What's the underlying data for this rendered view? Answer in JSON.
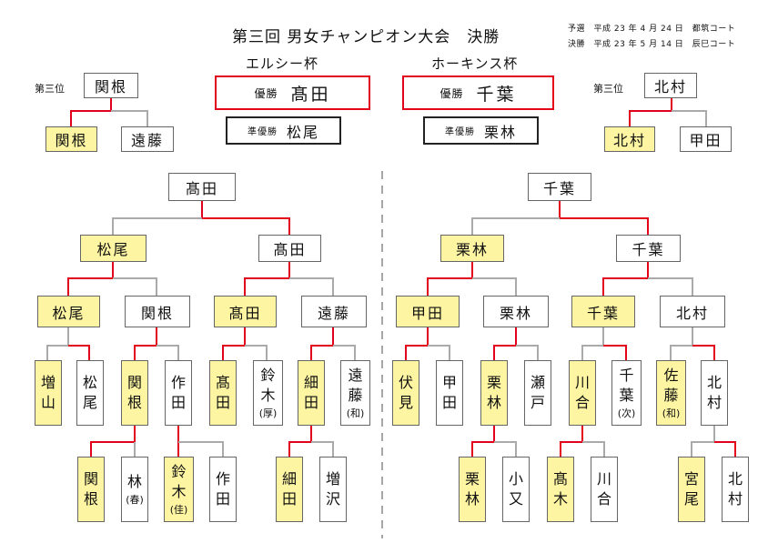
{
  "header": {
    "title": "第三回 男女チャンピオン大会　決勝",
    "schedule": [
      "予選　平成 23 年 4 月 24 日　都筑コート",
      "決勝　平成 23 年 5 月 14 日　辰巳コート"
    ]
  },
  "left_cup": {
    "name": "エルシー杯",
    "champion_label": "優勝",
    "champion": "髙田",
    "runnerup_label": "準優勝",
    "runnerup": "松尾",
    "third_label": "第三位",
    "third": "関根",
    "third_match": [
      "関根",
      "遠藤"
    ]
  },
  "right_cup": {
    "name": "ホーキンス杯",
    "champion_label": "優勝",
    "champion": "千葉",
    "runnerup_label": "準優勝",
    "runnerup": "栗林",
    "third_label": "第三位",
    "third": "北村",
    "third_match": [
      "北村",
      "甲田"
    ]
  },
  "left_bracket": {
    "final_winner": "髙田",
    "semi": [
      "松尾",
      "髙田"
    ],
    "quarter": [
      "松尾",
      "関根",
      "髙田",
      "遠藤"
    ],
    "r16": [
      {
        "name": "増山",
        "note": ""
      },
      {
        "name": "松尾",
        "note": ""
      },
      {
        "name": "関根",
        "note": ""
      },
      {
        "name": "作田",
        "note": ""
      },
      {
        "name": "髙田",
        "note": ""
      },
      {
        "name": "鈴木",
        "note": "(厚)"
      },
      {
        "name": "細田",
        "note": ""
      },
      {
        "name": "遠藤",
        "note": "(和)"
      }
    ],
    "prelim": [
      {
        "name": "関根",
        "note": ""
      },
      {
        "name": "林",
        "note": "(春)"
      },
      {
        "name": "鈴木",
        "note": "(佳)"
      },
      {
        "name": "作田",
        "note": ""
      },
      {
        "name": "細田",
        "note": ""
      },
      {
        "name": "増沢",
        "note": ""
      }
    ]
  },
  "right_bracket": {
    "final_winner": "千葉",
    "semi": [
      "栗林",
      "千葉"
    ],
    "quarter": [
      "甲田",
      "栗林",
      "千葉",
      "北村"
    ],
    "r16": [
      {
        "name": "伏見",
        "note": ""
      },
      {
        "name": "甲田",
        "note": ""
      },
      {
        "name": "栗林",
        "note": ""
      },
      {
        "name": "瀬戸",
        "note": ""
      },
      {
        "name": "川合",
        "note": ""
      },
      {
        "name": "千葉",
        "note": "(次)"
      },
      {
        "name": "佐藤",
        "note": "(和)"
      },
      {
        "name": "北村",
        "note": ""
      }
    ],
    "prelim": [
      {
        "name": "栗林",
        "note": ""
      },
      {
        "name": "小又",
        "note": ""
      },
      {
        "name": "髙木",
        "note": ""
      },
      {
        "name": "川合",
        "note": ""
      },
      {
        "name": "宮尾",
        "note": ""
      },
      {
        "name": "北村",
        "note": ""
      }
    ]
  },
  "colors": {
    "winner_line": "#e3001b",
    "loser_line": "#aaaaaa",
    "winner_fill": "#fdf5a2",
    "divider": "#888888"
  }
}
